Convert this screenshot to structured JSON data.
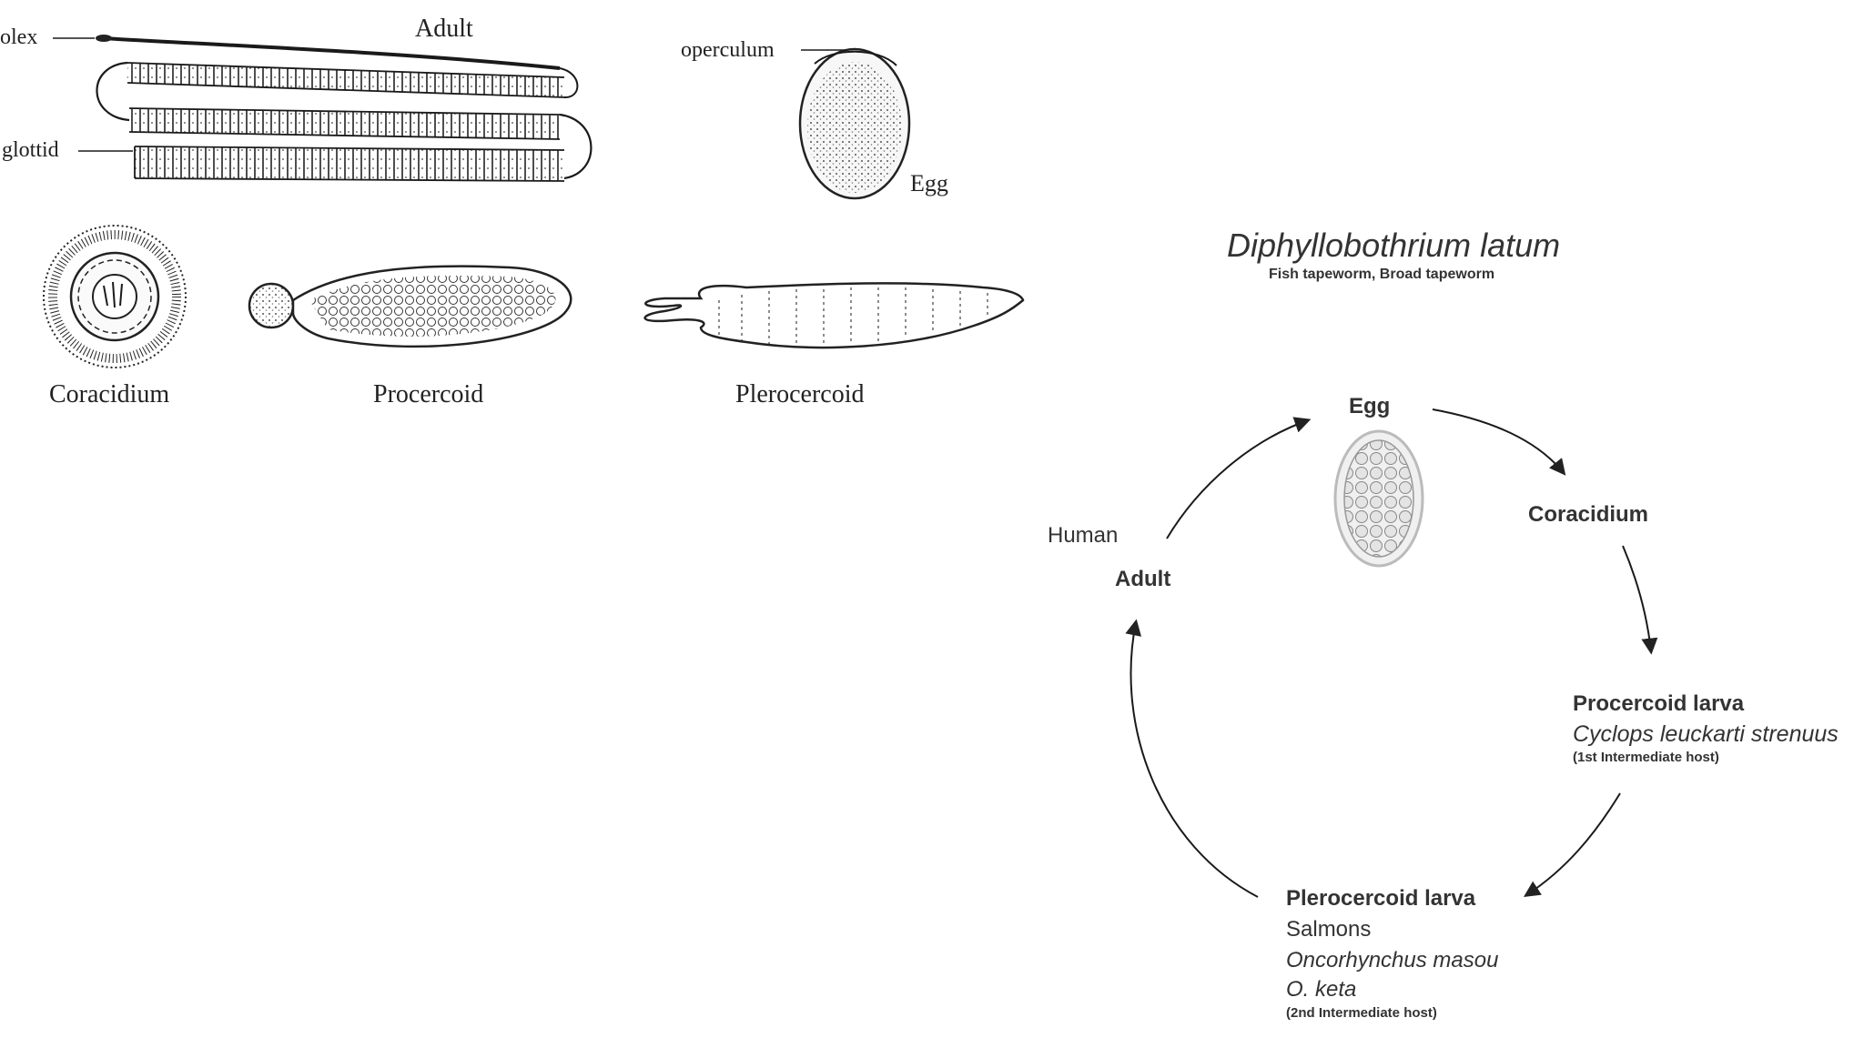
{
  "drawings": {
    "adult_label": "Adult",
    "scolex_label": "olex",
    "bothrium_label": "glottid",
    "operculum_label": "operculum",
    "egg_label": "Egg",
    "coracidium_label": "Coracidium",
    "procercoid_label": "Procercoid",
    "plerocercoid_label": "Plerocercoid"
  },
  "lifecycle": {
    "title": "Diphyllobothrium latum",
    "subtitle": "Fish tapeworm, Broad tapeworm",
    "egg": "Egg",
    "coracidium": "Coracidium",
    "procercoid": {
      "name": "Procercoid larva",
      "host": "Cyclops leuckarti strenuus",
      "note": "(1st Intermediate host)"
    },
    "plerocercoid": {
      "name": "Plerocercoid larva",
      "host1": "Salmons",
      "host2": "Oncorhynchus masou",
      "host3": "O. keta",
      "note": "(2nd Intermediate host)"
    },
    "human": "Human",
    "adult": "Adult"
  }
}
